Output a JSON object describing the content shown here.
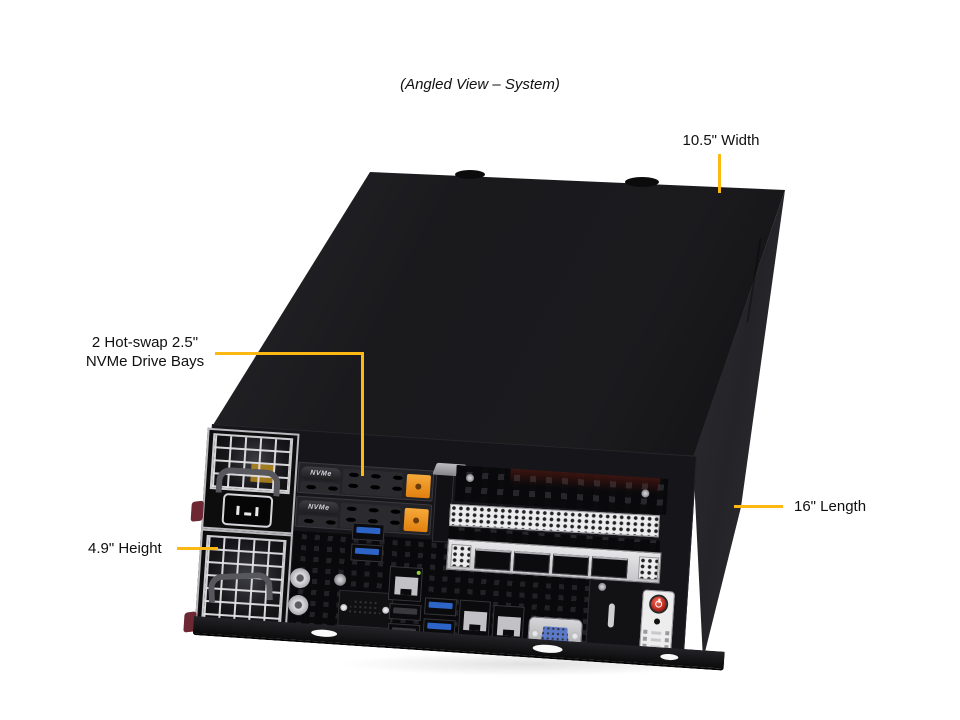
{
  "title": "(Angled View – System)",
  "callouts": {
    "width": "10.5\" Width",
    "nvme_line1": "2 Hot-swap 2.5\"",
    "nvme_line2": "NVMe Drive Bays",
    "height": "4.9\" Height",
    "length": "16\" Length"
  },
  "server": {
    "drive_tray_labels": [
      "NVMe",
      "NVMe"
    ]
  },
  "colors": {
    "callout_line": "#FDB813",
    "chassis_dark": "#18181a",
    "latch_orange": "#F08A1D",
    "usb3_blue": "#2D64C8",
    "vga_blue": "#5B79C9",
    "power_button_red": "#C8342C",
    "psu_latch_maroon": "#6E2833"
  }
}
